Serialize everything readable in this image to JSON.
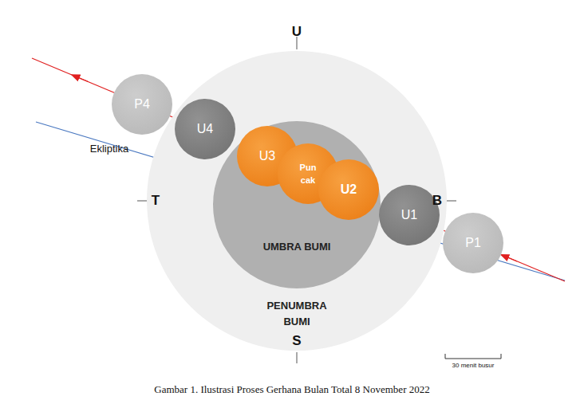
{
  "diagram": {
    "caption": "Gambar 1. Ilustrasi Proses Gerhana Bulan Total 8 November 2022",
    "nodes": [
      {
        "text": [
          "PENUMBRA BUMI"
        ]
      },
      {
        "text": [
          "UMBRA BUMI"
        ],
        "in": 0
      },
      {
        "text": [
          "P4"
        ]
      },
      {
        "text": [
          "U4"
        ]
      },
      {
        "text": [
          "U3"
        ]
      },
      {
        "text": [
          "Pun cak"
        ]
      },
      {
        "text": [
          "U2"
        ]
      },
      {
        "text": [
          "U1"
        ]
      },
      {
        "text": [
          "P1"
        ]
      }
    ],
    "labels": [
      "U",
      "S",
      "T",
      "B",
      "Ekliptika",
      "30 menit busur"
    ]
  }
}
